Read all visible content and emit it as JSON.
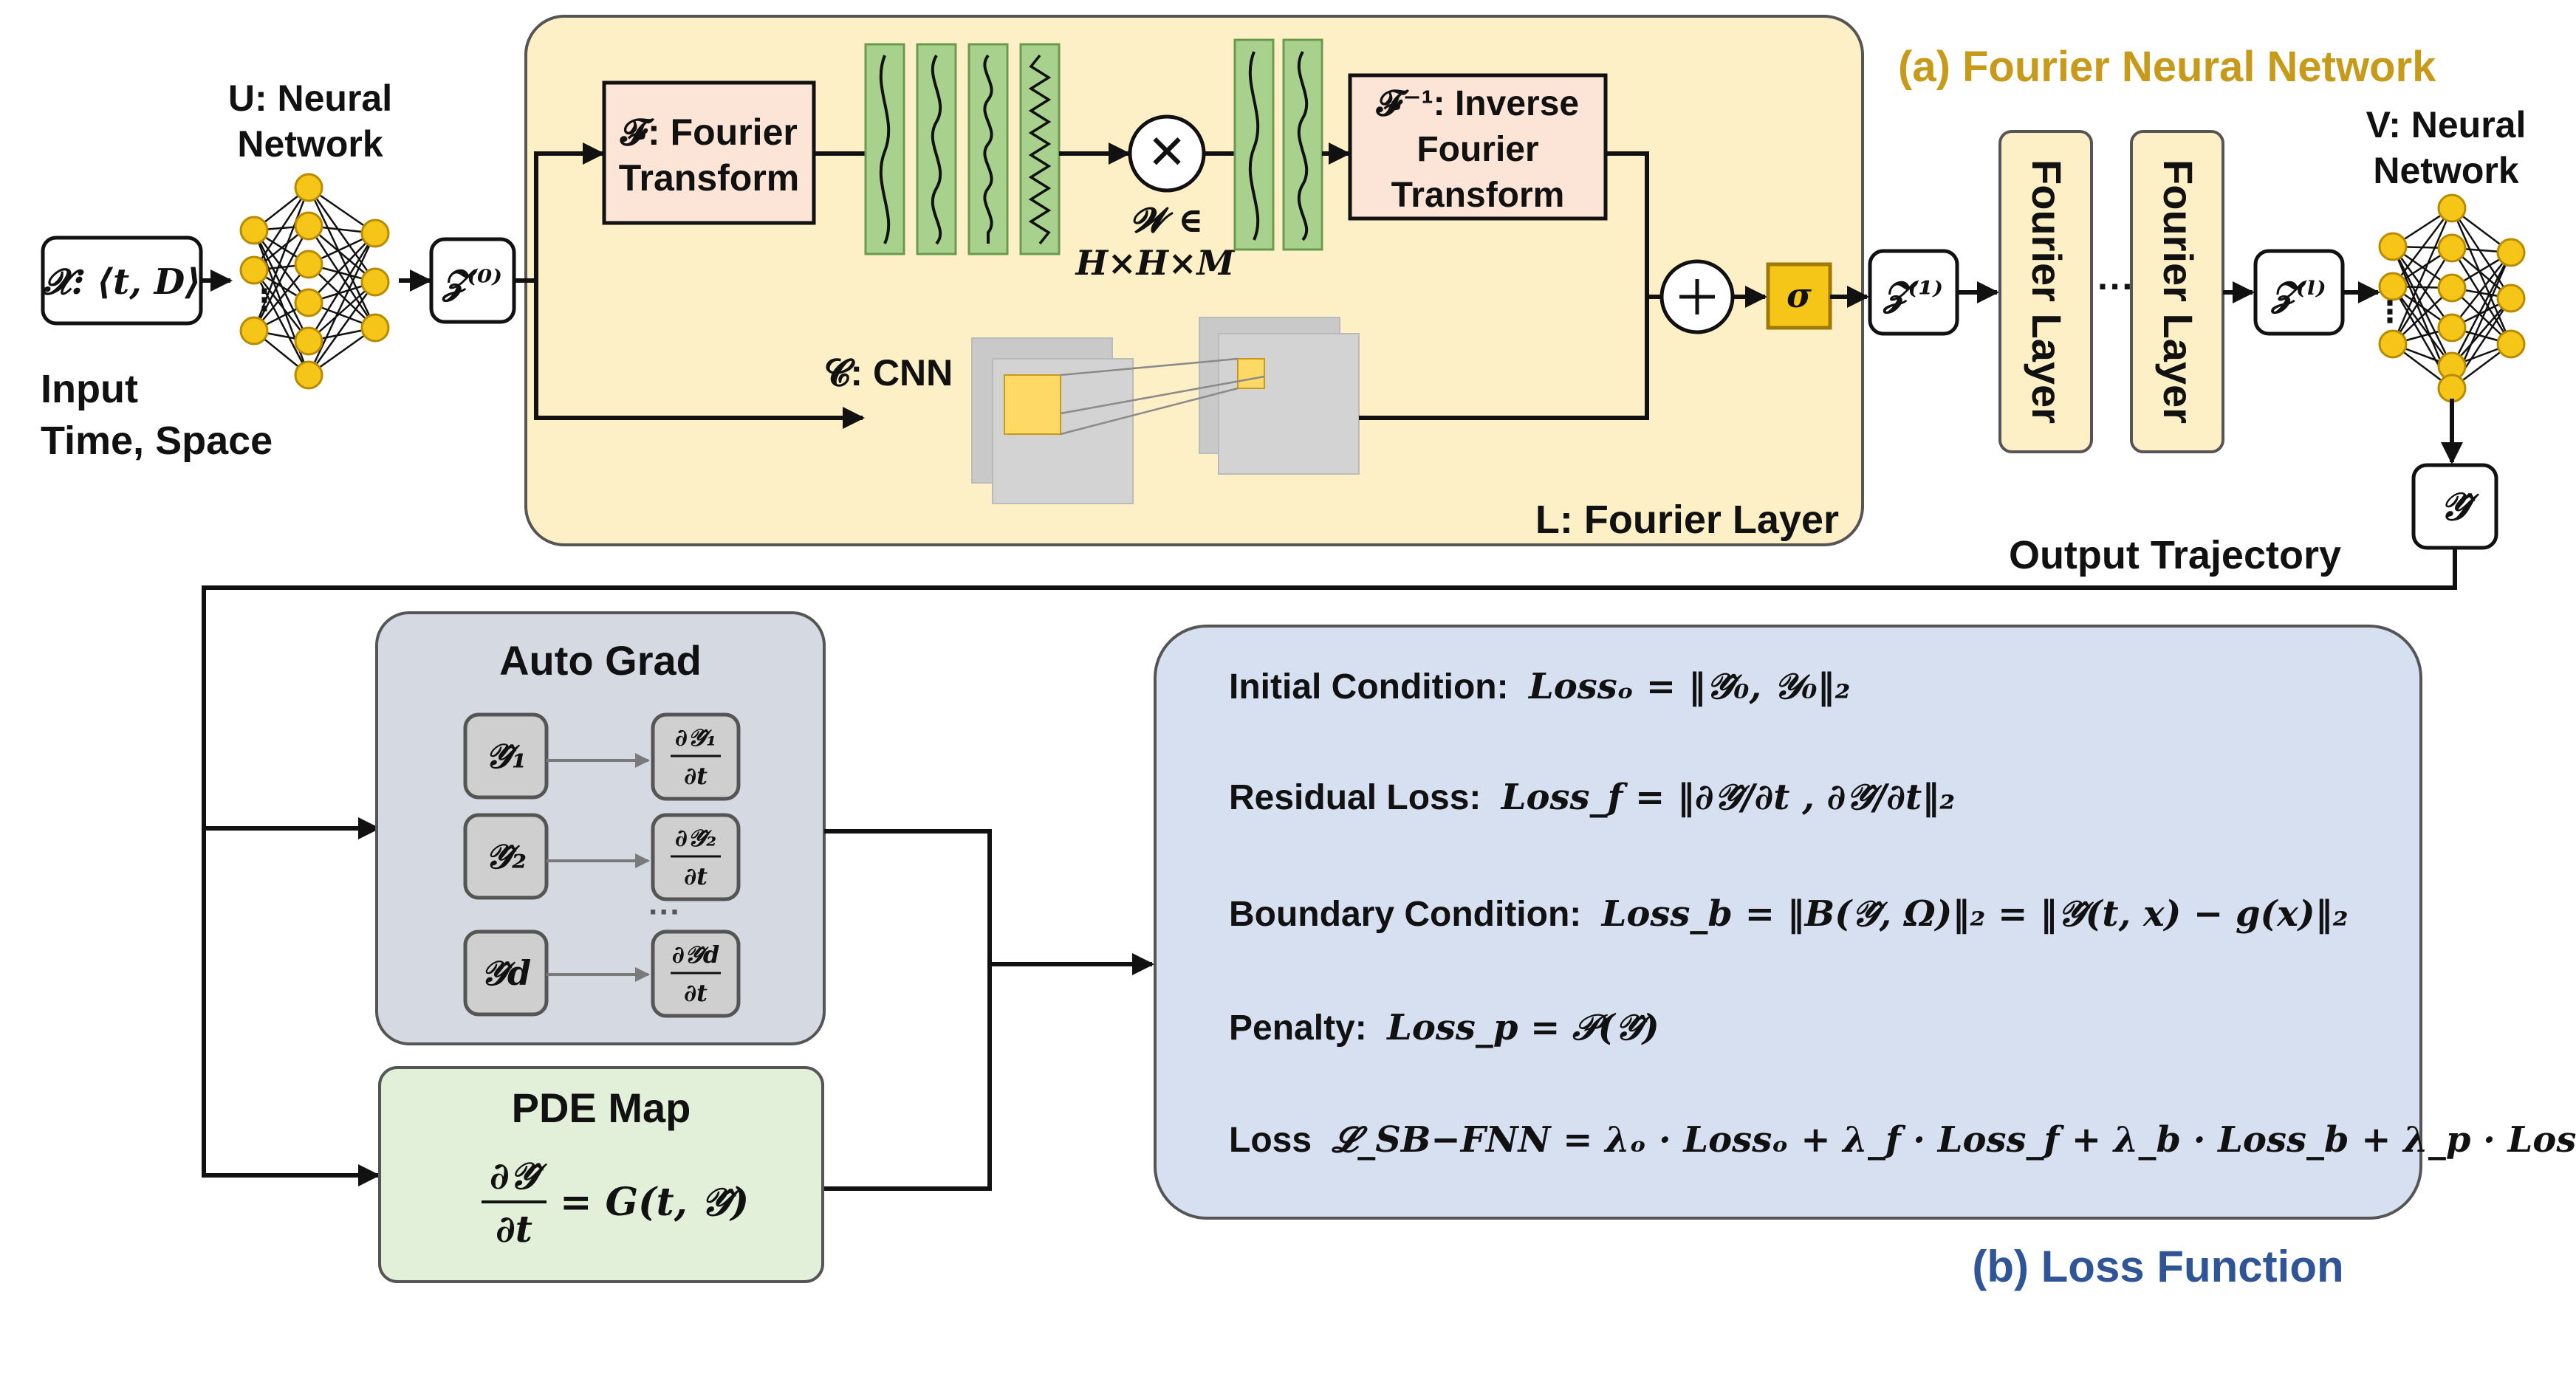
{
  "colors": {
    "fourier_panel": "#fdefc6",
    "fourier_title": "#c79a1a",
    "loss_title": "#2f5597",
    "loss_panel": "#d6e0f0",
    "autograd_panel": "#d5d9e2",
    "pde_panel": "#e2efd9",
    "pink_box": "#fce4d6",
    "green_filter": "#a9d18e",
    "sigma_box": "#f5c518"
  },
  "fno": {
    "title": "(a) Fourier Neural Network",
    "input_label": "𝓧: ⟨t, D⟩",
    "input_caption_1": "Input",
    "input_caption_2": "Time, Space",
    "u_net_1": "U: Neural",
    "u_net_2": "Network",
    "z0": "𝓩⁽⁰⁾",
    "ft_1": "𝓕: Fourier",
    "ft_2": "Transform",
    "w_1": "𝓦 ∈",
    "w_2": "H×H×M",
    "ift_1": "𝓕⁻¹: Inverse",
    "ift_2": "Fourier",
    "ift_3": "Transform",
    "cnn": "𝓒: CNN",
    "sigma": "σ",
    "layer_label": "L: Fourier Layer",
    "z1": "𝓩⁽¹⁾",
    "fourier_layer": "Fourier Layer",
    "dots": "···",
    "zl": "𝓩⁽ˡ⁾",
    "v_net_1": "V: Neural",
    "v_net_2": "Network",
    "y_hat": "𝒴̂",
    "output_caption": "Output Trajectory"
  },
  "autograd": {
    "title": "Auto Grad",
    "rows": [
      {
        "y": "𝒴̂₁",
        "num": "∂𝒴̂₁",
        "den": "∂t"
      },
      {
        "y": "𝒴̂₂",
        "num": "∂𝒴̂₂",
        "den": "∂t"
      },
      {
        "y": "𝒴̂d",
        "num": "∂𝒴̂d",
        "den": "∂t"
      }
    ],
    "dots": "···"
  },
  "pde": {
    "title": "PDE Map",
    "num": "∂𝒴̂",
    "den": "∂t",
    "rhs": "= G(t, 𝒴̂)"
  },
  "loss": {
    "title": "(b) Loss Function",
    "initial_label": "Initial Condition:",
    "initial_eq": "Lossₒ = ‖𝒴̂₀, 𝒴₀‖₂",
    "residual_label": "Residual Loss:",
    "residual_eq": "Loss_f = ‖∂𝒴̂/∂t , ∂𝒴̂/∂t‖₂",
    "boundary_label": "Boundary Condition:",
    "boundary_eq": "Loss_b = ‖B(𝒴̂, Ω)‖₂ = ‖𝒴̂(t, x) − g(x)‖₂",
    "penalty_label": "Penalty:",
    "penalty_eq": "Loss_p = 𝒫(𝒴̂)",
    "total_label": "Loss",
    "total_eq": "𝓛_SB−FNN = λₒ · Lossₒ + λ_f · Loss_f + λ_b · Loss_b + λ_p · Loss_p"
  }
}
